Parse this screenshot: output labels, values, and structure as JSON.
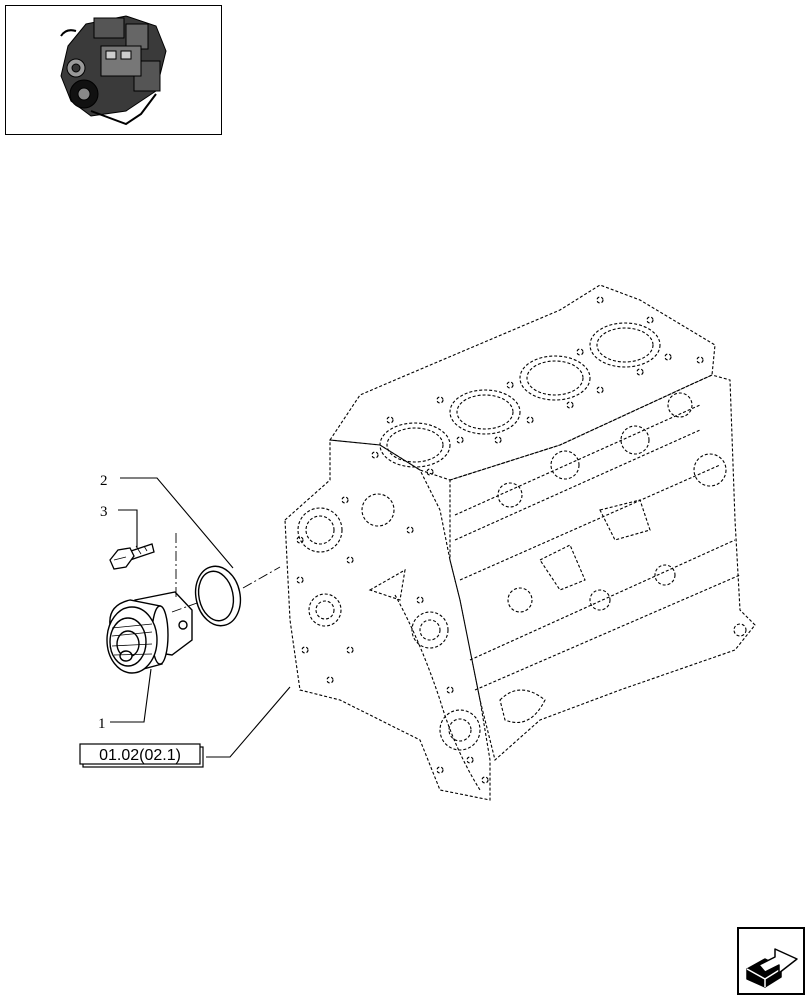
{
  "callouts": {
    "item1": "1",
    "item2": "2",
    "item3": "3"
  },
  "reference_box": {
    "label": "01.02(02.1)"
  },
  "thumbnail": {
    "icon": "engine-thumbnail-icon"
  },
  "navigation": {
    "icon": "next-page-arrow-icon"
  }
}
